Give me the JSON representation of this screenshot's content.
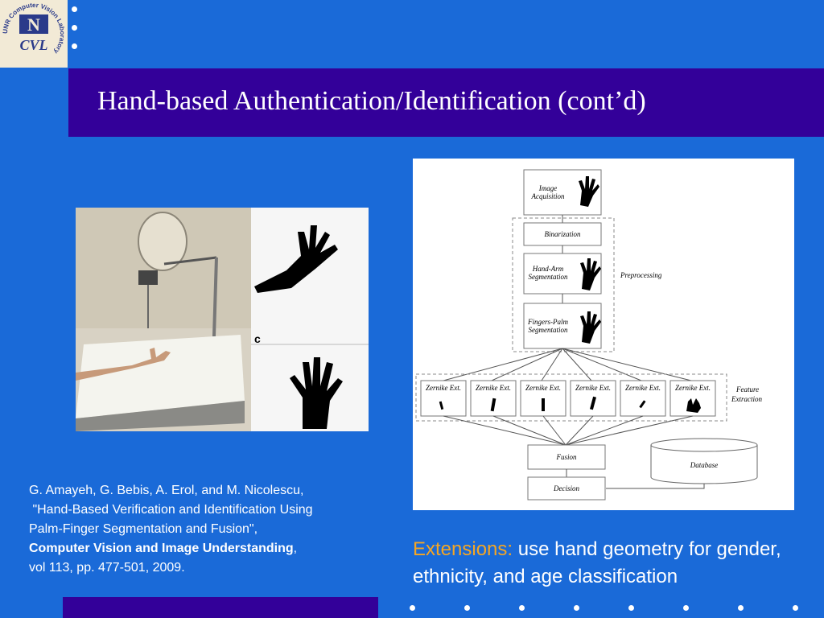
{
  "logo": {
    "letters_top": "N",
    "letters_bottom": "CVL",
    "ring_text": "UNR Computer Vision Laboratory"
  },
  "title": "Hand-based Authentication/Identification (cont’d)",
  "photo": {
    "label": "c"
  },
  "flowchart": {
    "image_acquisition": [
      "Image",
      "Acquisition"
    ],
    "binarization": "Binarization",
    "hand_arm": [
      "Hand-Arm",
      "Segmentation"
    ],
    "fingers_palm": [
      "Fingers-Palm",
      "Segmentation"
    ],
    "preprocessing": "Preprocessing",
    "zernike": [
      "Zernike Ext.",
      "Zernike Ext.",
      "Zernike Ext.",
      "Zernike Ext.",
      "Zernike Ext.",
      "Zernike Ext."
    ],
    "feature_extraction": [
      "Feature",
      "Extraction"
    ],
    "fusion": "Fusion",
    "decision": "Decision",
    "database": "Database"
  },
  "citation": {
    "line1": "G. Amayeh, G. Bebis, A. Erol, and M. Nicolescu,",
    "line2": " \"Hand-Based Verification and Identification Using",
    "line3": "Palm-Finger Segmentation and Fusion\",",
    "journal": "Computer Vision and Image Understanding",
    "comma": ",",
    "line5": "vol 113, pp. 477-501, 2009."
  },
  "extensions": {
    "keyword": "Extensions:",
    "text": " use hand geometry for gender, ethnicity, and age classification"
  },
  "colors": {
    "background": "#1a6ad8",
    "bar": "#330099",
    "accent": "#f5a623"
  }
}
